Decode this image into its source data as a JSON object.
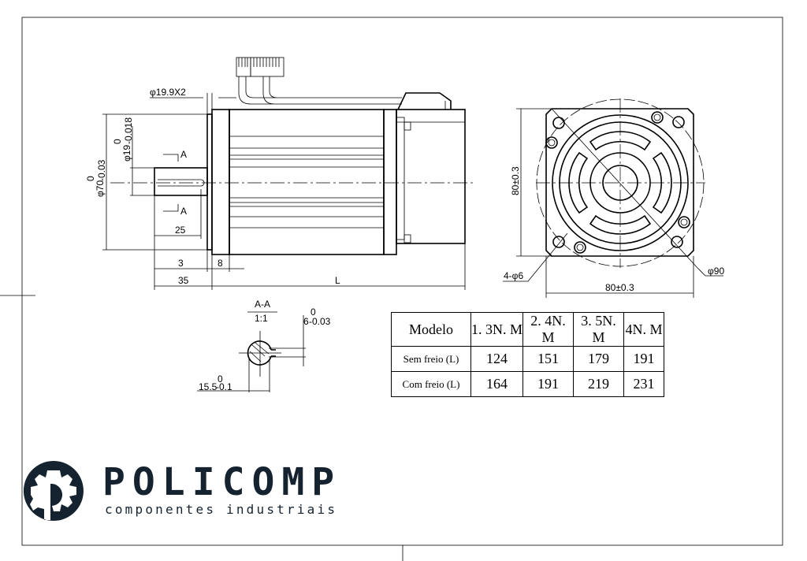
{
  "drawing": {
    "dims": {
      "flange_step": "φ19.9X2",
      "pilot_diameter": "φ70",
      "pilot_tol": "0",
      "pilot_tol_low": "-0.03",
      "shaft_diameter": "φ19",
      "shaft_tol": "0",
      "shaft_tol_low": "-0.018",
      "section_mark": "A",
      "shaft_length": "25",
      "pilot_depth": "3",
      "flange_thickness": "8",
      "shaft_total": "35",
      "body_length": "L",
      "square_v": "80±0.3",
      "square_h": "80±0.3",
      "holes": "4-φ6",
      "bolt_circle": "φ90"
    },
    "section": {
      "title": "A-A",
      "scale": "1:1",
      "key_width": "6",
      "key_tol": "0",
      "key_tol_low": "-0.03",
      "key_depth": "15.5",
      "key_depth_tol": "0",
      "key_depth_tol_low": "-0.1"
    }
  },
  "table": {
    "header": [
      "Modelo",
      "1. 3N. M",
      "2. 4N. M",
      "3. 5N. M",
      "4N. M"
    ],
    "rows": [
      {
        "label": "Sem freio (L)",
        "values": [
          "124",
          "151",
          "179",
          "191"
        ]
      },
      {
        "label": "Com freio (L)",
        "values": [
          "164",
          "191",
          "219",
          "231"
        ]
      }
    ]
  },
  "logo": {
    "name": "POLICOMP",
    "tagline": "componentes industriais",
    "color": "#14232f"
  }
}
